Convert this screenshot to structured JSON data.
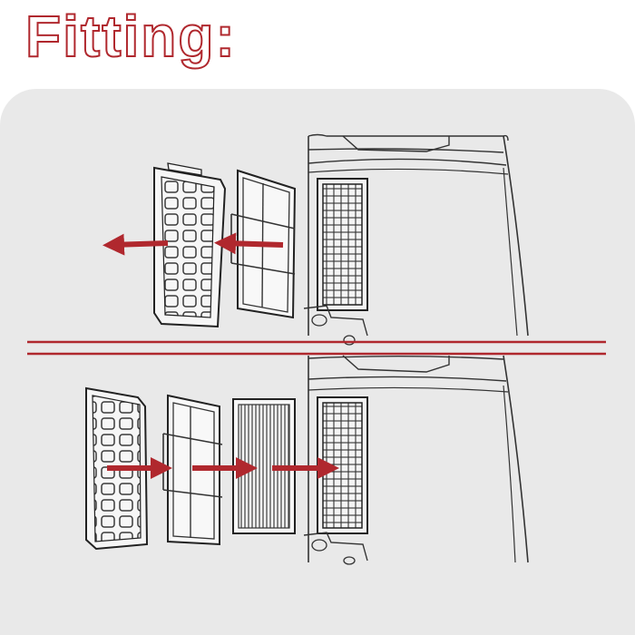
{
  "title": "Fitting:",
  "colors": {
    "accent": "#b0282e",
    "panel_bg": "#e9e9e9",
    "line_art": "#3a3a3a"
  },
  "diagram": {
    "top_step": {
      "description_icons": [
        "front-grille",
        "pre-filter",
        "unit-body"
      ],
      "arrows": [
        "arrow-left",
        "arrow-left"
      ]
    },
    "bottom_step": {
      "description_icons": [
        "front-grille",
        "pre-filter",
        "hepa-filter",
        "unit-body"
      ],
      "arrows": [
        "arrow-right",
        "arrow-right",
        "arrow-right"
      ]
    }
  }
}
